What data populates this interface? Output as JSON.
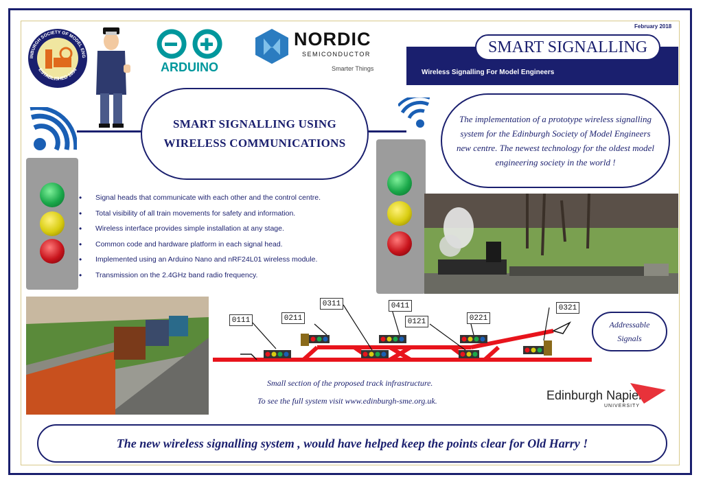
{
  "date": "February 2018",
  "title": "SMART SIGNALLING",
  "subtitle": "Wireless Signalling For Model Engineers",
  "center_heading": "SMART SIGNALLING USING WIRELESS COMMUNICATIONS",
  "description": "The implementation of a prototype  wireless signalling  system  for the Edinburgh Society of Model Engineers new centre. The newest technology for the oldest model engineering society in the world !",
  "logos": {
    "esme_top": "THE EDINBURGH SOCIETY OF MODEL ENGINEERS",
    "esme_bottom": "ESTABLISHED 1894",
    "arduino": "ARDUINO",
    "nordic_name": "NORDIC",
    "nordic_sub": "SEMICONDUCTOR",
    "nordic_tag": "Smarter Things",
    "napier_name": "Edinburgh Napier",
    "napier_sub": "UNIVERSITY"
  },
  "bullets": [
    "Signal heads that communicate with each other and the control centre.",
    "Total visibility of  all train movements for safety and information.",
    "Wireless interface provides simple installation at any stage.",
    "Common code and hardware platform in each signal head.",
    "Implemented using an Arduino Nano and nRF24L01 wireless module.",
    "Transmission on the 2.4GHz band radio frequency."
  ],
  "signal_ids": [
    "0111",
    "0211",
    "0311",
    "0411",
    "0121",
    "0221",
    "0321"
  ],
  "addressable": "Addressable Signals",
  "caption_line1": "Small section of the proposed track infrastructure.",
  "caption_line2": "To see the full system visit www.edinburgh-sme.org.uk.",
  "footer": "The  new wireless  signalling system , would  have helped keep the points clear for Old Harry !",
  "colors": {
    "navy": "#1a1f6e",
    "track": "#e8141c",
    "arduino_teal": "#00979c",
    "nordic_blue": "#2b7cc0",
    "napier_red": "#e8323a",
    "lamp_green": "#1aa84a",
    "lamp_yellow": "#d8cc10",
    "lamp_red": "#c8141c"
  }
}
